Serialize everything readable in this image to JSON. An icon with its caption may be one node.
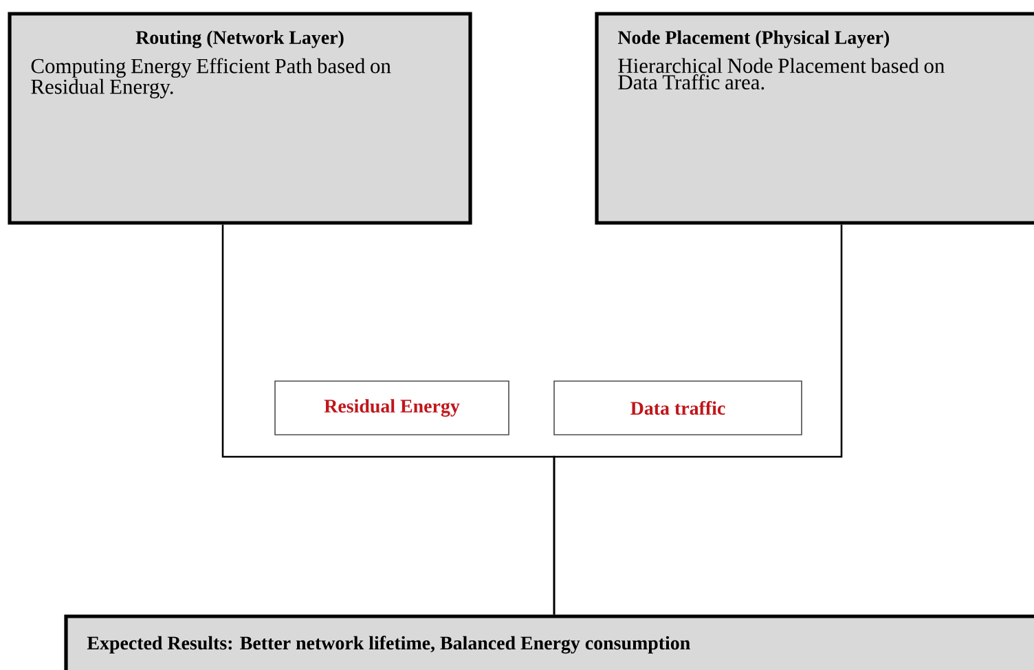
{
  "diagram": {
    "nodes": [
      {
        "text": [
          "Routing (Network Layer)",
          "Computing Energy Efficient Path based on Residual Energy."
        ]
      },
      {
        "text": [
          "Node Placement (Physical Layer)",
          "Hierarchical Node Placement based on Data Traffic area."
        ]
      },
      {
        "text": [
          "Residual Energy"
        ]
      },
      {
        "text": [
          "Data traffic"
        ]
      },
      {
        "text": [
          "Expected Results: Better network lifetime, Balanced Energy consumption"
        ]
      }
    ],
    "edges": [
      {
        "from": 0,
        "to": 4,
        "arrow": "none"
      },
      {
        "from": 1,
        "to": 4,
        "arrow": "none"
      }
    ]
  }
}
